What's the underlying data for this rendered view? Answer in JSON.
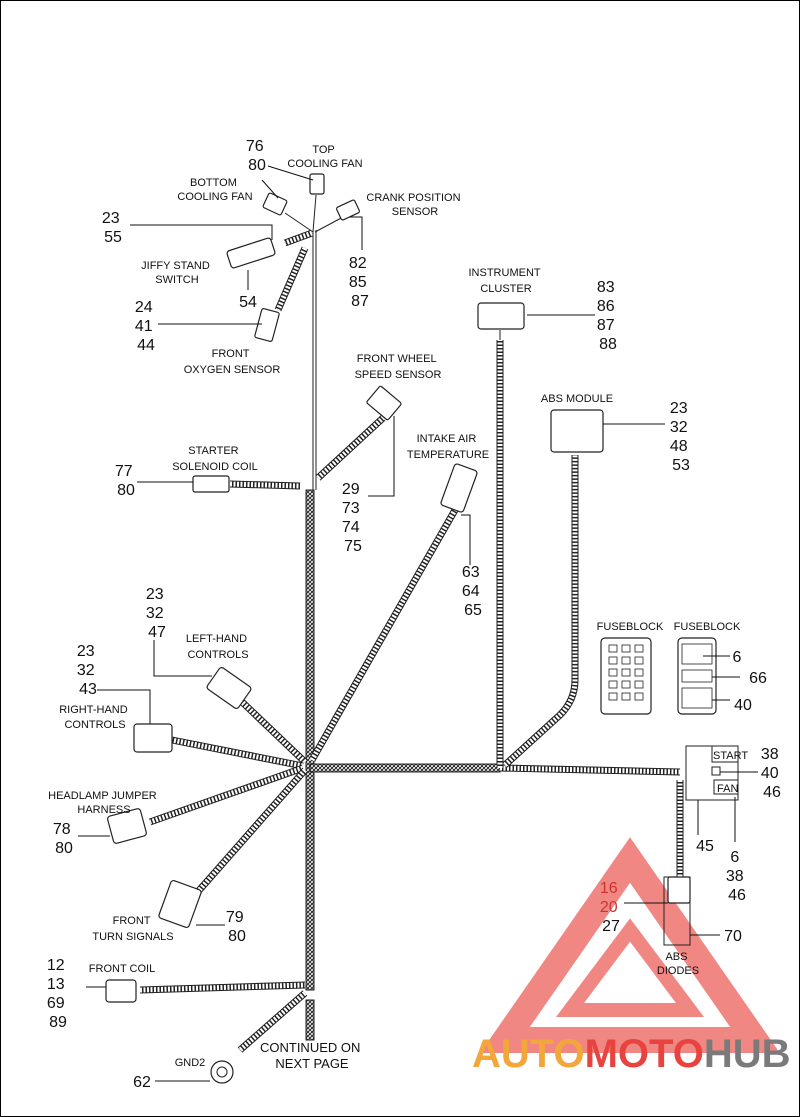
{
  "labels": {
    "top_cooling_fan": [
      "TOP",
      "COOLING FAN"
    ],
    "bottom_cooling_fan": [
      "BOTTOM",
      "COOLING FAN"
    ],
    "crank_position_sensor": [
      "CRANK POSITION",
      "SENSOR"
    ],
    "jiffy_stand_switch": [
      "JIFFY STAND",
      "SWITCH"
    ],
    "front_oxygen_sensor": [
      "FRONT",
      "OXYGEN SENSOR"
    ],
    "instrument_cluster": [
      "INSTRUMENT",
      "CLUSTER"
    ],
    "front_wheel_speed_sensor": [
      "FRONT WHEEL",
      "SPEED SENSOR"
    ],
    "abs_module": [
      "ABS MODULE"
    ],
    "starter_solenoid_coil": [
      "STARTER",
      "SOLENOID COIL"
    ],
    "intake_air_temperature": [
      "INTAKE AIR",
      "TEMPERATURE"
    ],
    "left_hand_controls": [
      "LEFT-HAND",
      "CONTROLS"
    ],
    "right_hand_controls": [
      "RIGHT-HAND",
      "CONTROLS"
    ],
    "fuseblock_left": [
      "FUSEBLOCK"
    ],
    "fuseblock_right": [
      "FUSEBLOCK"
    ],
    "headlamp_jumper": [
      "HEADLAMP JUMPER",
      "HARNESS"
    ],
    "front_turn_signals": [
      "FRONT",
      "TURN SIGNALS"
    ],
    "abs_diodes": [
      "ABS",
      "DIODES"
    ],
    "front_coil": [
      "FRONT COIL"
    ],
    "gnd2": [
      "GND2"
    ],
    "continued": [
      "CONTINUED ON",
      "NEXT PAGE"
    ],
    "relay_start": "START",
    "relay_fan": "FAN"
  },
  "callouts": {
    "top_fan": [
      "76",
      "80"
    ],
    "jiffy_top": [
      "23",
      "55"
    ],
    "jiffy_54": [
      "54"
    ],
    "oxygen": [
      "24",
      "41",
      "44"
    ],
    "crank": [
      "82",
      "85",
      "87"
    ],
    "cluster": [
      "83",
      "86",
      "87",
      "88"
    ],
    "abs_module": [
      "23",
      "32",
      "48",
      "53"
    ],
    "starter": [
      "77",
      "80"
    ],
    "wheel_speed": [
      "29",
      "73",
      "74",
      "75"
    ],
    "intake": [
      "63",
      "64",
      "65"
    ],
    "left_hand": [
      "23",
      "32",
      "47"
    ],
    "right_hand": [
      "23",
      "32",
      "43"
    ],
    "fuse_6": [
      "6"
    ],
    "fuse_66": [
      "66"
    ],
    "fuse_40": [
      "40"
    ],
    "relay_side": [
      "38",
      "40",
      "46"
    ],
    "relay_45": [
      "45"
    ],
    "relay_below": [
      "6",
      "38",
      "46"
    ],
    "headlamp": [
      "78",
      "80"
    ],
    "turn": [
      "79",
      "80"
    ],
    "diodes_left": [
      "16",
      "20",
      "27"
    ],
    "diodes_70": [
      "70"
    ],
    "front_coil": [
      "12",
      "13",
      "69",
      "89"
    ],
    "gnd": [
      "62"
    ]
  },
  "watermark": {
    "auto": "AUTO",
    "moto": "MOTO",
    "hub": "HUB"
  },
  "colors": {
    "watermark_red": "#e8433e",
    "watermark_orange": "#f3a63a",
    "watermark_gray": "#7a7a7a",
    "red_callout": "#c33333"
  }
}
